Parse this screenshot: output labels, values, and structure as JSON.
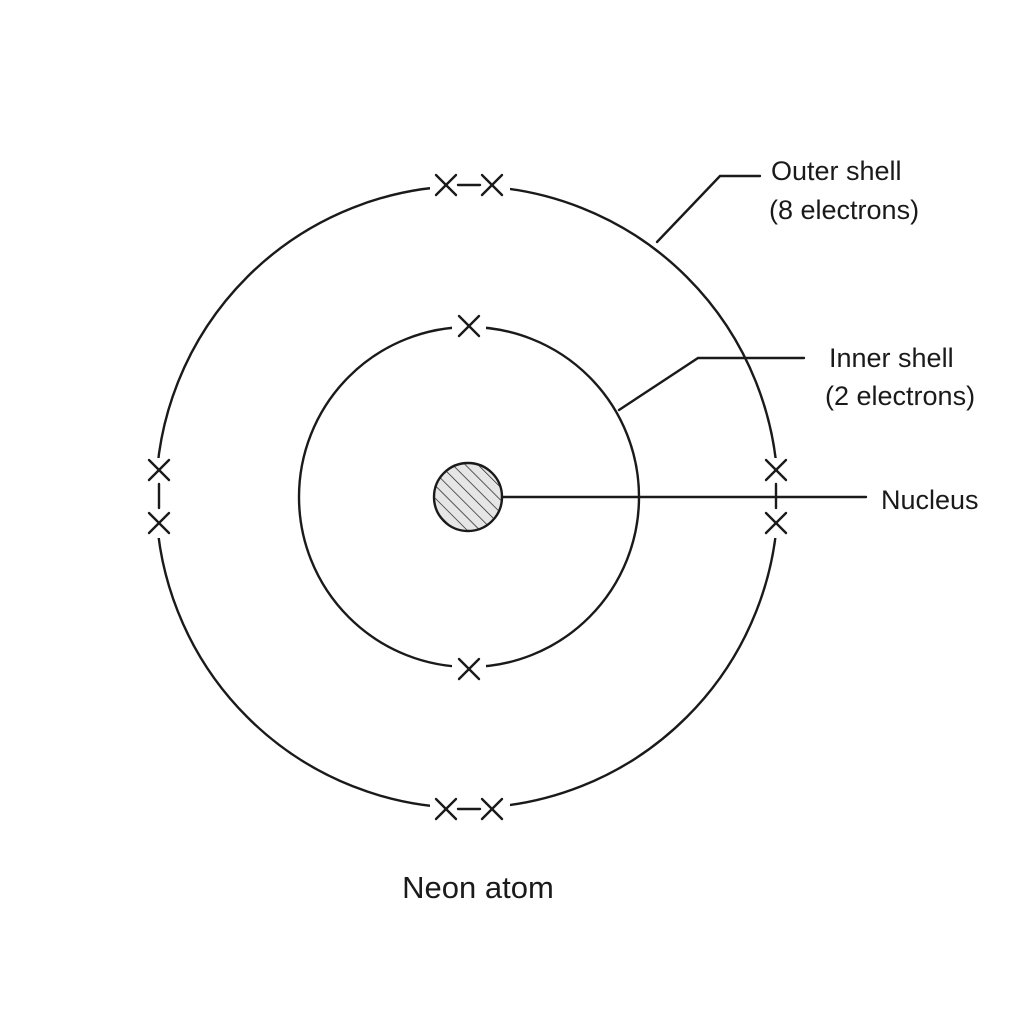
{
  "diagram": {
    "caption": "Neon atom",
    "labels": {
      "outer_shell_line1": "Outer shell",
      "outer_shell_line2": "(8 electrons)",
      "inner_shell_line1": "Inner shell",
      "inner_shell_line2": "(2 electrons)",
      "nucleus": "Nucleus"
    },
    "shells": [
      {
        "name": "inner-shell",
        "electrons": 2
      },
      {
        "name": "outer-shell",
        "electrons": 8
      }
    ],
    "electron_symbol": "×",
    "colors": {
      "ink": "#1a1a1a",
      "nucleus_fill": "#e6e6e6",
      "background": "#ffffff"
    }
  }
}
